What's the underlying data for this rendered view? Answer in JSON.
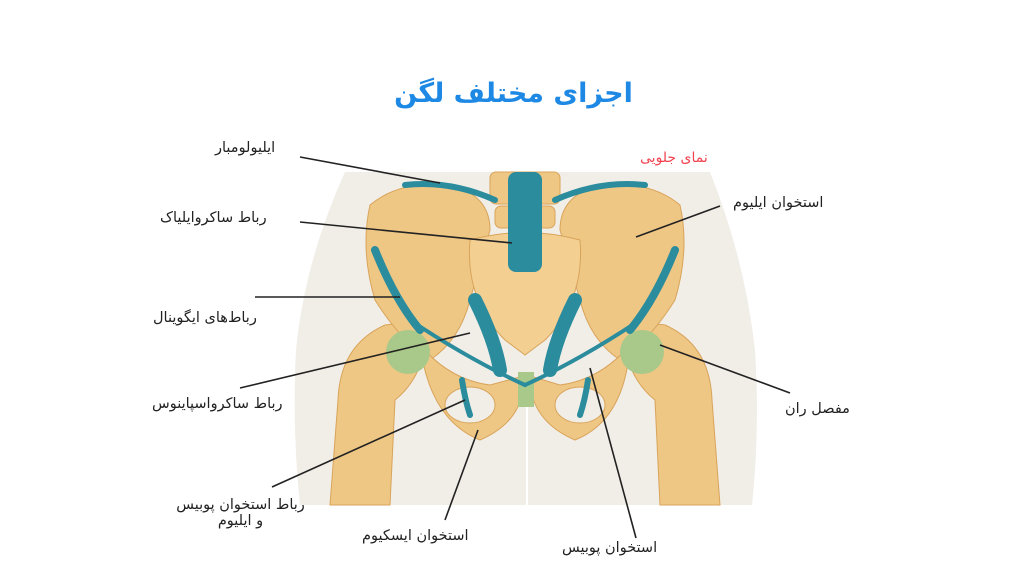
{
  "title": "اجزای مختلف لگن",
  "subtitle": "نمای جلویی",
  "labels": {
    "iliolumbar": "ایلیولومبار",
    "sacroiliac": "رباط ساکروایلیاک",
    "inguinal": "رباط‌های ایگوینال",
    "sacrospinous": "رباط ساکرواسپاینوس",
    "pubis_ilium_line1": "رباط استخوان پوبیس",
    "pubis_ilium_line2": "و ایلیوم",
    "ischium": "استخوان ایسکیوم",
    "pubis": "استخوان پوبیس",
    "hip_joint": "مفصل ران",
    "ilium": "استخوان ایلیوم"
  },
  "colors": {
    "title": "#1e88e5",
    "subtitle": "#f0424f",
    "bone": "#efc785",
    "ligament": "#2a8c9c",
    "cartilage": "#a9c98a",
    "body": "#f1ede7"
  }
}
